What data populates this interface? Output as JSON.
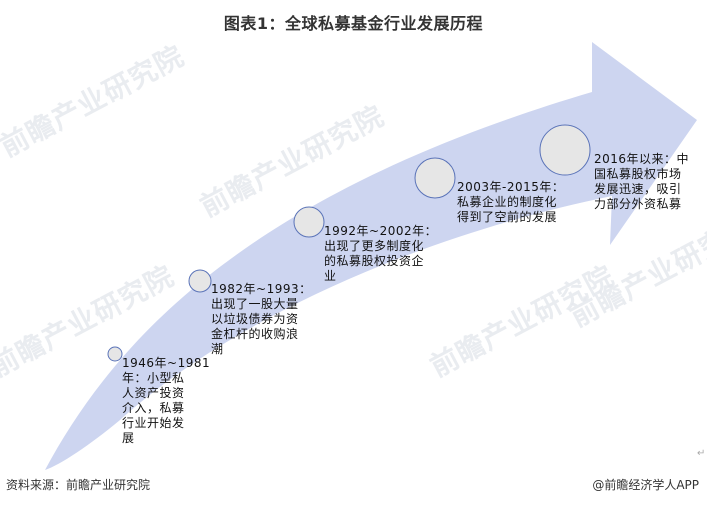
{
  "title": "图表1：全球私募基金行业发展历程",
  "colors": {
    "arrow_fill": "#cdd5f0",
    "circle_fill": "#e6e6e6",
    "circle_stroke": "#5a73b8",
    "text": "#111111",
    "watermark": "#e6e9ee"
  },
  "timeline": [
    {
      "period": "1946年~1981年",
      "lines": [
        "1946年~1981",
        "年：小型私",
        "人资产投资",
        "介入，私募",
        "行业开始发",
        "展"
      ]
    },
    {
      "period": "1982年~1993",
      "lines": [
        "1982年~1993：",
        "出现了一股大量",
        "以垃圾债券为资",
        "金杠杆的收购浪",
        "潮"
      ]
    },
    {
      "period": "1992年~2002年",
      "lines": [
        "1992年~2002年：",
        "出现了更多制度化",
        "的私募股权投资企",
        "业"
      ]
    },
    {
      "period": "2003年-2015年",
      "lines": [
        "2003年-2015年：",
        "私募企业的制度化",
        "得到了空前的发展"
      ]
    },
    {
      "period": "2016年以来",
      "lines": [
        "2016年以来：中",
        "国私募股权市场",
        "发展迅速，吸引",
        "力部分外资私募"
      ]
    }
  ],
  "watermarks": [
    "前瞻产业研究院",
    "前瞻产业研究院",
    "前瞻产业研究院",
    "前瞻产业研究院",
    "前瞻产业研究院"
  ],
  "footer": {
    "source": "资料来源：前瞻产业研究院",
    "brand": "@前瞻经济学人APP"
  },
  "return_mark": "↵"
}
